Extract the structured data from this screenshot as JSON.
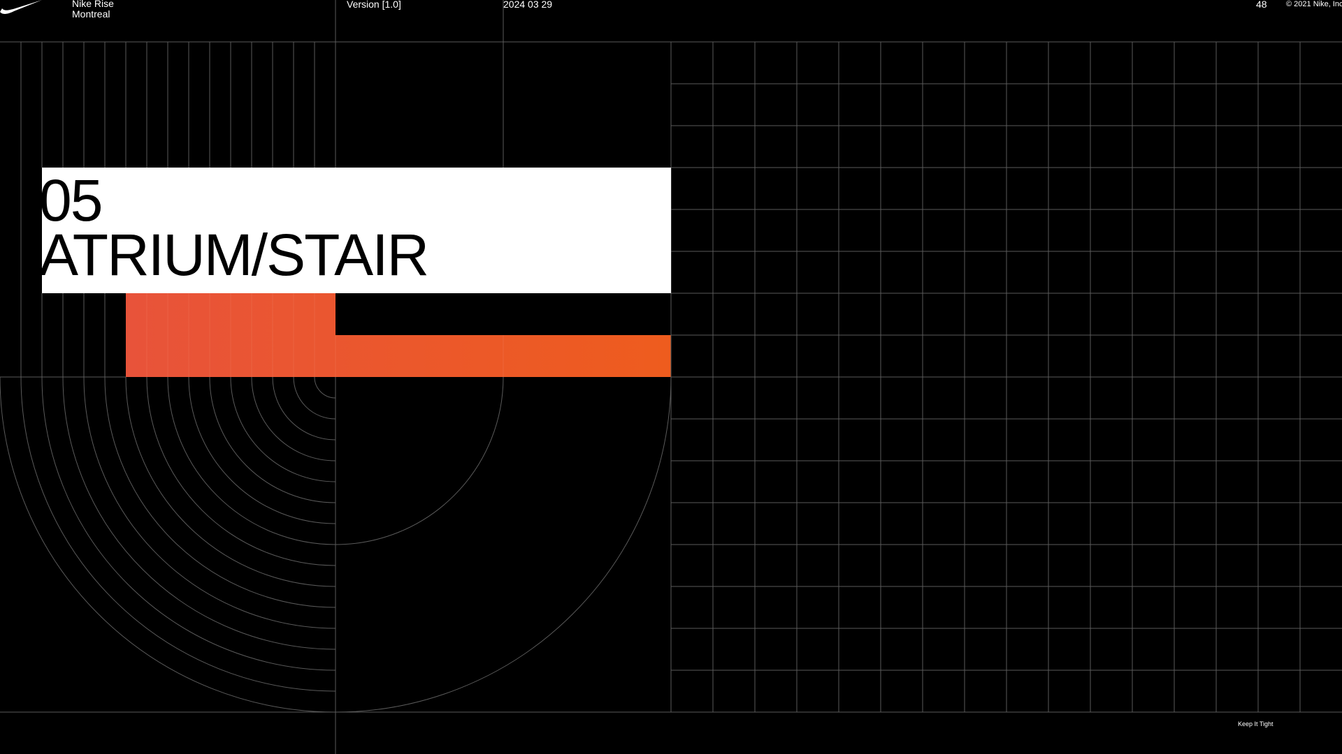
{
  "header": {
    "brand_line1": "Nike Rise",
    "brand_line2": "Montreal",
    "version": "Version [1.0]",
    "date": "2024 03 29",
    "page_number": "48",
    "copyright": "© 2021 Nike, Inc."
  },
  "title": {
    "number": "05",
    "name": "ATRIUM/STAIR"
  },
  "footer": {
    "tagline": "Keep It Tight"
  },
  "icons": {
    "logo": "nike-swoosh-icon"
  },
  "colors": {
    "background": "#000000",
    "grid_line": "#5a5a5a",
    "title_box": "#ffffff",
    "accent_start": "#e8533a",
    "accent_end": "#ee5c1e"
  }
}
